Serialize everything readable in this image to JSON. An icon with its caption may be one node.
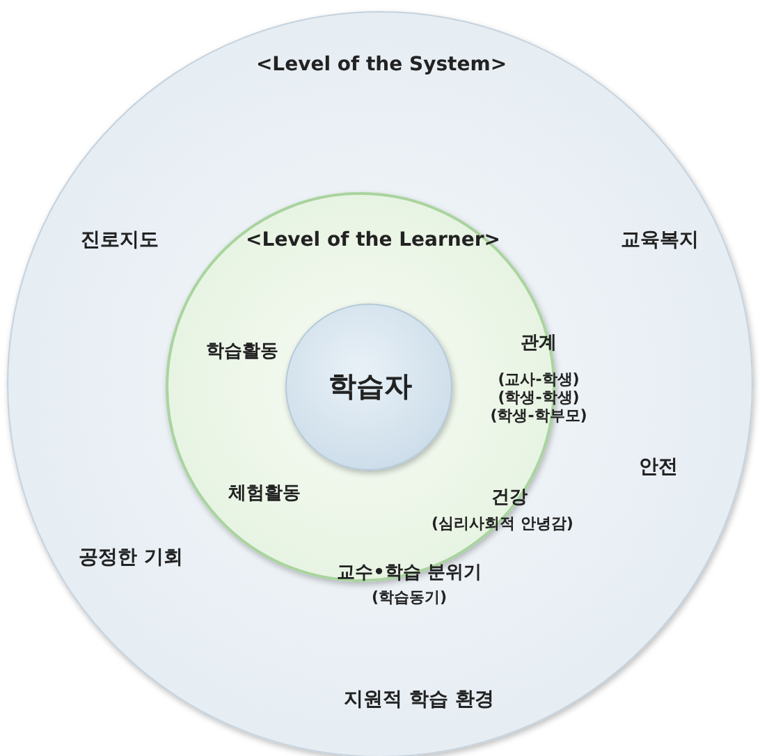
{
  "diagram": {
    "nodes": [
      {
        "text": [
          "<Level of the System>",
          "진로지도",
          "교육복지",
          "안전",
          "공정한 기회",
          "지원적 학습 환경"
        ]
      },
      {
        "text": [
          "<Level of the Learner>",
          "학습활동",
          "관계",
          "(교사-학생) (학생-학생) (학생-학부모)",
          "체험활동",
          "건강",
          "(심리사회적 안녕감)",
          "교수•학습 분위기",
          "(학습동기)"
        ],
        "in": 0
      },
      {
        "text": [
          "학습자"
        ],
        "in": 1
      }
    ],
    "edges": []
  }
}
